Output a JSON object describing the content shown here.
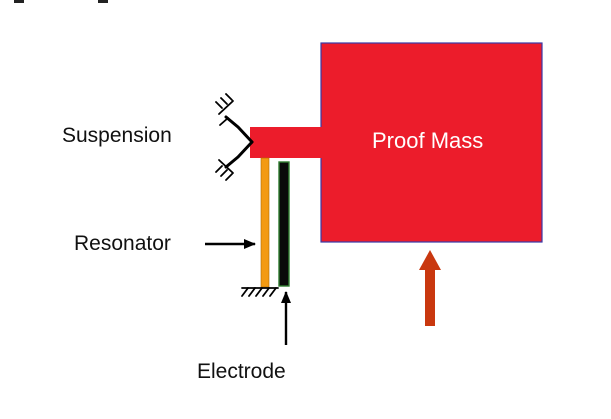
{
  "labels": {
    "suspension": "Suspension",
    "resonator": "Resonator",
    "electrode": "Electrode",
    "proof_mass": "Proof Mass"
  },
  "colors": {
    "proof_mass": "#ec1c2b",
    "proof_mass_border": "#3a3aa8",
    "resonator": "#f39a12",
    "electrode": "#0a0a0a",
    "electrode_border": "#2f7d2f",
    "force_arrow": "#c9380f",
    "lines": "#000000"
  },
  "icons": {
    "suspension": "spring-flexure-icon",
    "ground": "ground-hatch-icon",
    "force": "up-arrow-icon"
  }
}
